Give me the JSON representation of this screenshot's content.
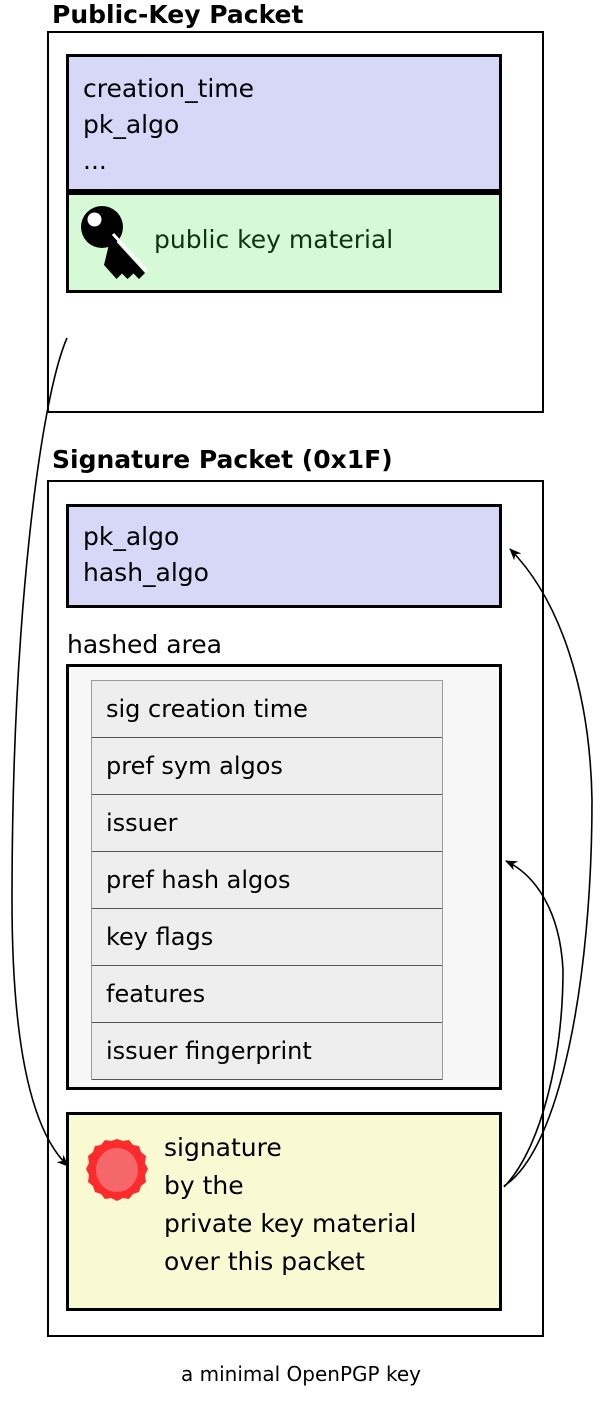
{
  "caption": "a minimal OpenPGP key",
  "colors": {
    "header_fill": "#d7d7f7",
    "key_material_fill": "#d6fad6",
    "hashed_area_fill": "#f7f7f7",
    "subpacket_fill": "#eeeeee",
    "signature_fill": "#fafad2",
    "seal_red": "#fd2b2b",
    "seal_red_inner": "#f4676b",
    "stroke": "#000000"
  },
  "public_key_packet": {
    "title": "Public-Key Packet",
    "header_fields": "creation_time\npk_algo\n...",
    "key_material_label": "public key material",
    "key_icon": "key-icon"
  },
  "signature_packet": {
    "title": "Signature Packet (0x1F)",
    "algos": "pk_algo\nhash_algo",
    "hashed_area_label": "hashed area",
    "subpackets": [
      "sig creation time",
      "pref sym algos",
      "issuer",
      "pref hash algos",
      "key flags",
      "features",
      "issuer fingerprint"
    ],
    "signature_blob": "signature\nby the\nprivate key material\nover this packet",
    "seal_icon": "wax-seal-icon"
  },
  "arrows": [
    {
      "name": "public-key-to-signature",
      "from": "public key material",
      "to": "signature blob"
    },
    {
      "name": "signature-covers-algos",
      "from": "signature blob",
      "to": "pk_algo / hash_algo"
    },
    {
      "name": "signature-covers-hashed-area",
      "from": "signature blob",
      "to": "hashed area"
    }
  ]
}
